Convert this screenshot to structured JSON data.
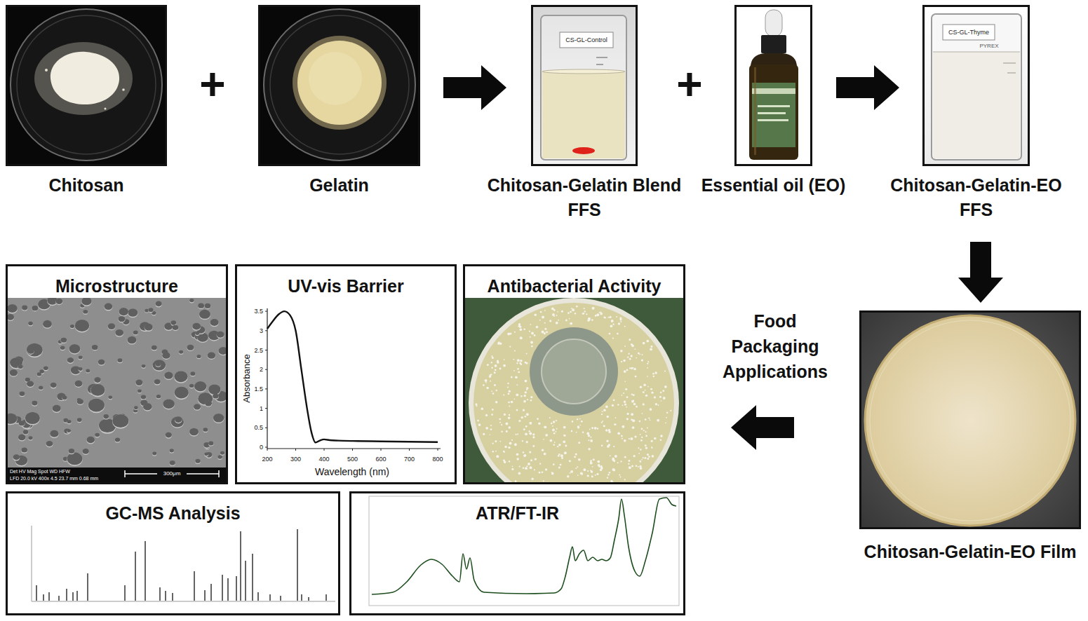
{
  "diagram": {
    "nodes": [
      {
        "text": [
          "Chitosan"
        ]
      },
      {
        "text": [
          "Gelatin"
        ]
      },
      {
        "text": [
          "Chitosan-Gelatin Blend FFS"
        ]
      },
      {
        "text": [
          "Essential oil (EO)"
        ]
      },
      {
        "text": [
          "Chitosan-Gelatin-EO FFS"
        ]
      },
      {
        "text": [
          "Chitosan-Gelatin-EO Film"
        ]
      },
      {
        "text": [
          "Microstructure"
        ]
      },
      {
        "text": [
          "UV-vis Barrier"
        ]
      },
      {
        "text": [
          "Antibacterial Activity"
        ]
      },
      {
        "text": [
          "GC-MS Analysis"
        ]
      },
      {
        "text": [
          "ATR/FT-IR"
        ]
      }
    ],
    "edges": [
      {
        "from": 1,
        "to": 2,
        "arrow": "to"
      },
      {
        "from": 3,
        "to": 4,
        "arrow": "to"
      },
      {
        "from": 4,
        "to": 5,
        "arrow": "to"
      },
      {
        "from": 5,
        "to": 8,
        "label": "Food Packaging Applications",
        "arrow": "to"
      }
    ],
    "labels": [
      "+",
      "+",
      "CS-GL-Control",
      "CS-GL-Thyme",
      "PYREX",
      "Det HV Mag Spot WD HFW",
      "LFD 20.0 kV 400x 4.5 23.7 mm 0.68 mm",
      "300μm",
      "Absorbance",
      "Wavelength (nm)",
      "0",
      "0.5",
      "1",
      "1.5",
      "2",
      "2.5",
      "3",
      "3.5",
      "200",
      "300",
      "400",
      "500",
      "600",
      "700",
      "800"
    ]
  }
}
